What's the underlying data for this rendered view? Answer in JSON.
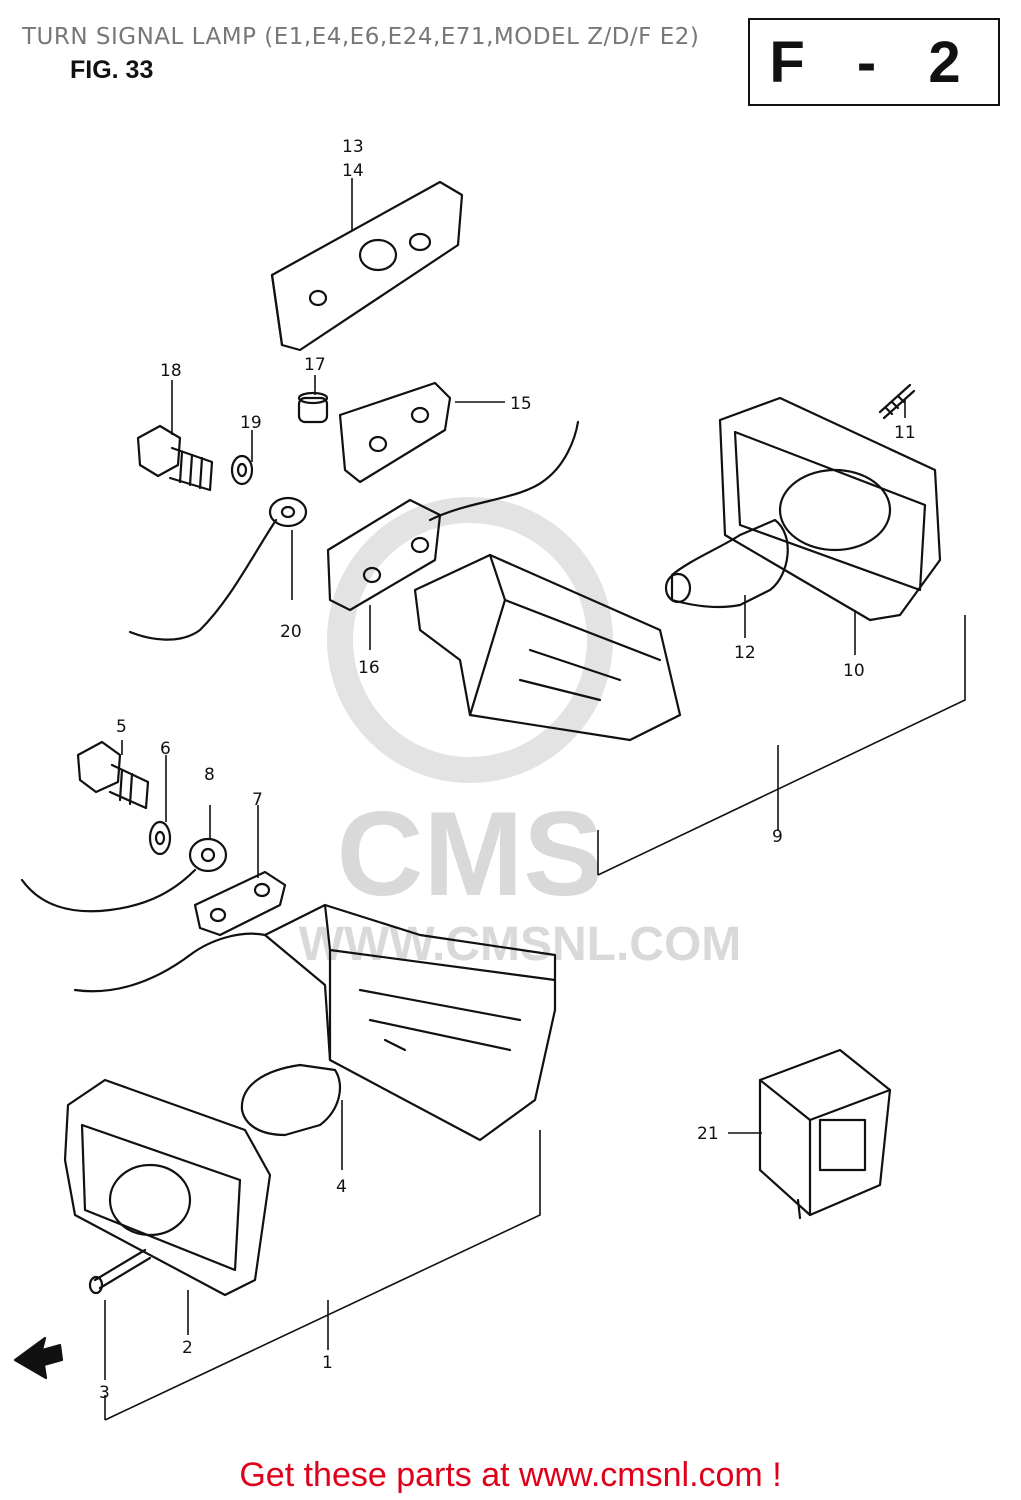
{
  "header": {
    "title": "TURN SIGNAL LAMP (E1,E4,E6,E24,E71,MODEL Z/D/F E2)",
    "figure": "FIG. 33",
    "section_code": "F - 2"
  },
  "watermark": {
    "brand": "CMS",
    "url": "WWW.CMSNL.COM"
  },
  "parts": [
    {
      "number": "1"
    },
    {
      "number": "2"
    },
    {
      "number": "3"
    },
    {
      "number": "4"
    },
    {
      "number": "5"
    },
    {
      "number": "6"
    },
    {
      "number": "7"
    },
    {
      "number": "8"
    },
    {
      "number": "9"
    },
    {
      "number": "10"
    },
    {
      "number": "11"
    },
    {
      "number": "12"
    },
    {
      "number": "13"
    },
    {
      "number": "14"
    },
    {
      "number": "15"
    },
    {
      "number": "16"
    },
    {
      "number": "17"
    },
    {
      "number": "18"
    },
    {
      "number": "19"
    },
    {
      "number": "20"
    },
    {
      "number": "21"
    }
  ],
  "footer": {
    "link_text": "Get these parts at www.cmsnl.com !"
  },
  "colors": {
    "ink": "#111111",
    "link": "#e0001a",
    "watermark": "#d9d9d9"
  }
}
